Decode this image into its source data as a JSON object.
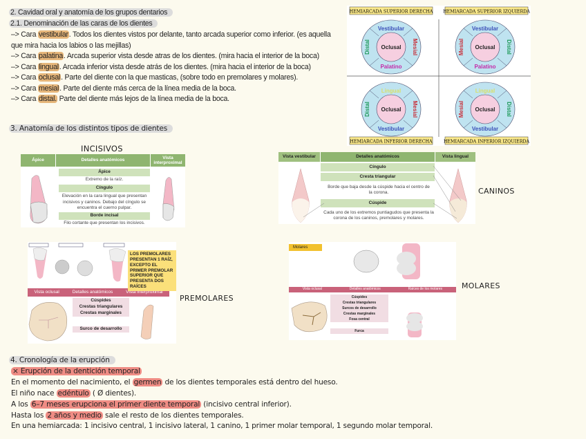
{
  "section2": {
    "title": "2. Cavidad oral y anatomía de los grupos dentarios",
    "subtitle": "2.1. Denominación de las caras de los dientes",
    "items": [
      {
        "prefix": "–> Cara ",
        "term": "vestibular",
        "text": ". Todos los dientes vistos por delante, tanto arcada superior como inferior. (es aquella",
        "cont": "que mira hacia los labios o las mejillas)"
      },
      {
        "prefix": "–> Cara ",
        "term": "palatina",
        "text": ". Arcada superior vista desde atras de los dientes. (mira hacia el interior de la boca)"
      },
      {
        "prefix": "–> Cara ",
        "term": "lingual",
        "text": ". Arcada inferior vista desde atrás de los dientes. (mira hacia el interior de la boca)"
      },
      {
        "prefix": "–> Cara ",
        "term": "oclusal",
        "text": ". Parte del diente con la que masticas, (sobre todo en premolares y molares)."
      },
      {
        "prefix": "–> Cara ",
        "term": "mesial",
        "text": ". Parte del diente más cerca de la línea media de la boca."
      },
      {
        "prefix": "–> Cara ",
        "term": "distal.",
        "text": " Parte del diente más lejos de la línea media de la boca."
      }
    ]
  },
  "faces_diagram": {
    "quadrants": [
      {
        "label": "HEMIARCADA SUPERIOR DERECHA",
        "top": "Vestibular",
        "bottom": "Palatino",
        "left": "Distal",
        "right": "Mesial",
        "center": "Oclusal"
      },
      {
        "label": "HEMIARCADA SUPERIOR IZQUIERDA",
        "top": "Vestibular",
        "bottom": "Palatino",
        "left": "Mesial",
        "right": "Distal",
        "center": "Oclusal"
      },
      {
        "label": "HEMIARCADA INFERIOR DERECHA",
        "top": "Lingual",
        "bottom": "Vestibular",
        "left": "Distal",
        "right": "Mesial",
        "center": "Oclusal"
      },
      {
        "label": "HEMIARCADA INFERIOR IZQUIERDA",
        "top": "Lingual",
        "bottom": "Vestibular",
        "left": "Mesial",
        "right": "Distal",
        "center": "Oclusal"
      }
    ],
    "colors": {
      "vestibular": "#3b4fb8",
      "palatino": "#c42aa8",
      "lingual": "#d8df6a",
      "mesial": "#c8303a",
      "distal": "#1f9a5a",
      "ring": "#bfe3f0",
      "center": "#f6cfe0"
    }
  },
  "section3": {
    "title": "3. Anatomía de los distintos tipos de dientes"
  },
  "incisivos": {
    "label": "INCISIVOS",
    "headers": [
      "Ápice",
      "Detalles anatómicos",
      "Vista interproximal"
    ],
    "rows": [
      {
        "name": "Ápice",
        "desc": "Extremo de la raíz."
      },
      {
        "name": "Cíngulo",
        "desc": "Elevación en la cara lingual que presentan incisivos y caninos. Debajo del cíngulo se encuentra el cuerno pulpar."
      },
      {
        "name": "Borde incisal",
        "desc": "Filo cortante que presentan los incisivos."
      }
    ]
  },
  "caninos": {
    "label": "CANINOS",
    "headers": [
      "Vista vestibular",
      "Detalles anatómicos",
      "Vista lingual"
    ],
    "rows": [
      {
        "name": "Cíngulo",
        "desc": ""
      },
      {
        "name": "Cresta triangular",
        "desc": "Borde que baja desde la cúspide hacia el centro de la corona."
      },
      {
        "name": "Cúspide",
        "desc": "Cada uno de los extremos puntiagudos que presenta la corona de los caninos, premolares y molares."
      }
    ]
  },
  "premolares": {
    "label": "PREMOLARES",
    "note": "LOS PREMOLARES PRESENTAN 1 RAÍZ, EXCEPTO EL PRIMER PREMOLAR SUPERIOR QUE PRESENTA DOS RAÍCES",
    "headers": [
      "Vista oclusal",
      "Detalles anatómicos",
      "Vista interproximal"
    ],
    "rows": [
      "Cúspides",
      "Crestas triangulares",
      "Crestas marginales",
      "Surco de desarrollo"
    ]
  },
  "molares": {
    "label": "MOLARES",
    "tag": "Molares",
    "headers": [
      "Vista oclusal",
      "Detalles anatómicos",
      "Raíces de los molares"
    ],
    "rows": [
      "Cúspides",
      "Crestas triangulares",
      "Surcos de desarrollo",
      "Crestas marginales",
      "Fosa central",
      "Furca"
    ]
  },
  "section4": {
    "title": "4. Cronología de la erupción",
    "subtitle": "× Erupción de la dentición temporal",
    "lines": [
      {
        "a": "En el momento del nacimiento, el ",
        "h": "germen",
        "b": " de los dientes temporales está dentro del hueso."
      },
      {
        "a": "El niño nace ",
        "h": "edéntulo",
        "b": "  ( Ø dientes)."
      },
      {
        "a": "A los ",
        "h": "6–7 meses erupciona el primer diente temporal",
        "b": " (incisivo central inferior)."
      },
      {
        "a": "Hasta los ",
        "h": "2 años y medio",
        "b": " sale el resto de los dientes temporales."
      },
      {
        "a": "En una hemiarcada: 1 incisivo central, 1 incisivo lateral, 1 canino, 1 primer molar temporal, 1 segundo molar temporal.",
        "h": "",
        "b": ""
      }
    ]
  }
}
